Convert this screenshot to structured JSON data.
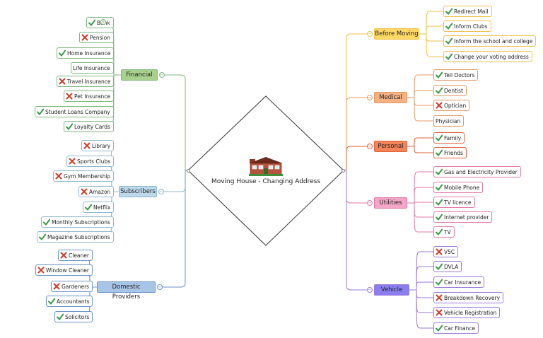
{
  "central": {
    "title": "Moving House - Changing Address"
  },
  "branches": [
    {
      "id": "financial",
      "label": "Financial",
      "side": "left",
      "color": "#7fb77e",
      "fill": "#a9d18e",
      "items": [
        {
          "label": "Bank",
          "status": "check"
        },
        {
          "label": "Pension",
          "status": "cross"
        },
        {
          "label": "Home Insurance",
          "status": "check"
        },
        {
          "label": "Life Insurance",
          "status": "none"
        },
        {
          "label": "Travel Insurance",
          "status": "cross"
        },
        {
          "label": "Pet Insurance",
          "status": "cross"
        },
        {
          "label": "Student Loans Company",
          "status": "check"
        },
        {
          "label": "Loyalty Cards",
          "status": "check"
        }
      ]
    },
    {
      "id": "subscribers",
      "label": "Subscribers",
      "side": "left",
      "color": "#8fb9cf",
      "fill": "#bcd8ea",
      "items": [
        {
          "label": "Library",
          "status": "cross"
        },
        {
          "label": "Sports Clubs",
          "status": "cross"
        },
        {
          "label": "Gym Membership",
          "status": "cross"
        },
        {
          "label": "Amazon",
          "status": "cross"
        },
        {
          "label": "Netflix",
          "status": "check"
        },
        {
          "label": "Monthly Subscriptions",
          "status": "check"
        },
        {
          "label": "Magazine Subscriptions",
          "status": "check"
        }
      ]
    },
    {
      "id": "domestic",
      "label": "Domestic Providers",
      "side": "left",
      "color": "#6a93c9",
      "fill": "#a8c4e6",
      "items": [
        {
          "label": "Cleaner",
          "status": "cross"
        },
        {
          "label": "Window Cleaner",
          "status": "cross"
        },
        {
          "label": "Gardeners",
          "status": "cross"
        },
        {
          "label": "Accountants",
          "status": "check"
        },
        {
          "label": "Solicitors",
          "status": "check"
        }
      ]
    },
    {
      "id": "before-moving",
      "label": "Before Moving",
      "side": "right",
      "color": "#f0c04a",
      "fill": "#ffd966",
      "items": [
        {
          "label": "Redirect Mail",
          "status": "check"
        },
        {
          "label": "Inform Clubs",
          "status": "check"
        },
        {
          "label": "Inform the school and college",
          "status": "check"
        },
        {
          "label": "Change your voting address",
          "status": "check"
        }
      ]
    },
    {
      "id": "medical",
      "label": "Medical",
      "side": "right",
      "color": "#e39a63",
      "fill": "#f4b183",
      "items": [
        {
          "label": "Tell Doctors",
          "status": "check"
        },
        {
          "label": "Dentist",
          "status": "check"
        },
        {
          "label": "Optician",
          "status": "cross"
        },
        {
          "label": "Physician",
          "status": "none"
        }
      ]
    },
    {
      "id": "personal",
      "label": "Personal",
      "side": "right",
      "color": "#e0613a",
      "fill": "#f4845a",
      "items": [
        {
          "label": "Family",
          "status": "check"
        },
        {
          "label": "Friends",
          "status": "check"
        }
      ]
    },
    {
      "id": "utilities",
      "label": "Utilities",
      "side": "right",
      "color": "#e07aa8",
      "fill": "#f4a6c8",
      "items": [
        {
          "label": "Gas and Electricity Provider",
          "status": "check"
        },
        {
          "label": "Mobile Phone",
          "status": "check"
        },
        {
          "label": "TV licence",
          "status": "check"
        },
        {
          "label": "Internet provider",
          "status": "check"
        },
        {
          "label": "TV",
          "status": "check"
        }
      ]
    },
    {
      "id": "vehicle",
      "label": "Vehicle",
      "side": "right",
      "color": "#9b7ad8",
      "fill": "#8b7ff0",
      "items": [
        {
          "label": "V5C",
          "status": "cross"
        },
        {
          "label": "DVLA",
          "status": "check"
        },
        {
          "label": "Car Insurance",
          "status": "check"
        },
        {
          "label": "Breakdown Recovery",
          "status": "cross"
        },
        {
          "label": "Vehicle Registration",
          "status": "cross"
        },
        {
          "label": "Car Finance",
          "status": "check"
        }
      ]
    }
  ]
}
